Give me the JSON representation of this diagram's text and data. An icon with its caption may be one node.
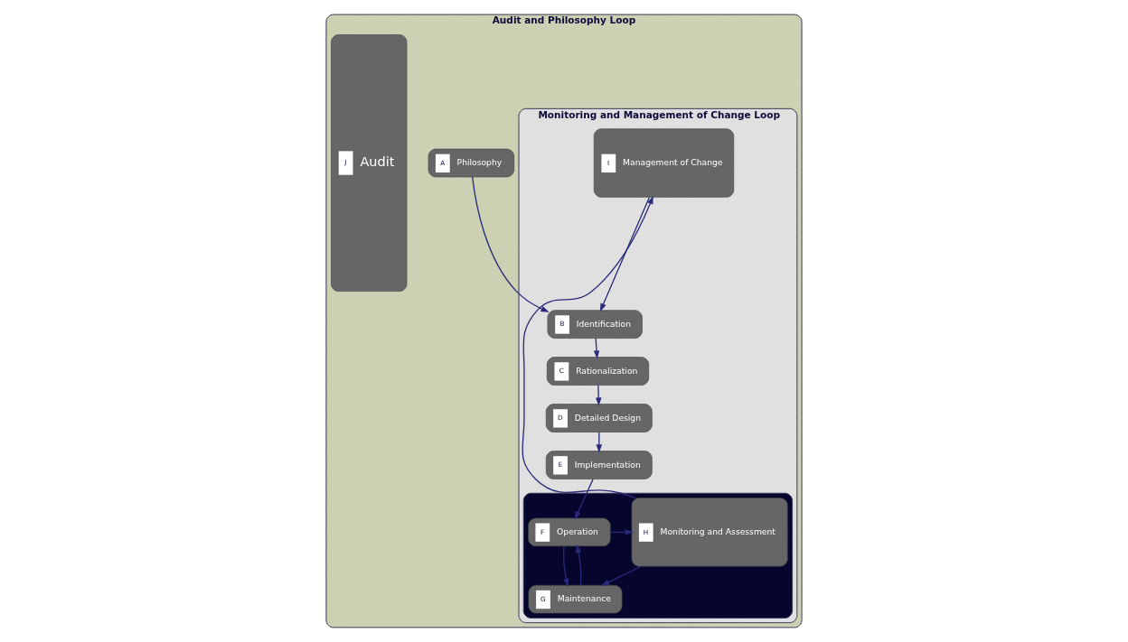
{
  "diagram": {
    "nodes": [
      {
        "text": [
          "Audit and Philosophy Loop"
        ]
      },
      {
        "text": [
          "A",
          "Philosophy"
        ],
        "in": 0
      },
      {
        "text": [
          "Monitoring and Management of Change Loop"
        ],
        "in": 0
      },
      {
        "text": [
          "B",
          "Identification"
        ],
        "in": 2
      },
      {
        "text": [
          "C",
          "Rationalization"
        ],
        "in": 2
      },
      {
        "text": [
          "D",
          "Detailed Design"
        ],
        "in": 2
      },
      {
        "text": [
          "E",
          "Implementation"
        ],
        "in": 2
      },
      {
        "text": [],
        "shape": "box",
        "in": 2
      },
      {
        "text": [
          "F",
          "Operation"
        ],
        "in": 7
      },
      {
        "text": [
          "G",
          "Maintenance"
        ],
        "in": 7
      },
      {
        "text": [
          "H",
          "Monitoring and Assessment"
        ],
        "in": 7
      },
      {
        "text": [
          "I",
          "Management of Change"
        ],
        "in": 2
      },
      {
        "text": [
          "J",
          "Audit"
        ],
        "in": 0
      }
    ],
    "edges": [
      {
        "from": 1,
        "to": 3,
        "arrow": "to"
      },
      {
        "from": 3,
        "to": 4,
        "arrow": "to"
      },
      {
        "from": 4,
        "to": 5,
        "arrow": "to"
      },
      {
        "from": 5,
        "to": 6,
        "arrow": "to"
      },
      {
        "from": 6,
        "to": 8,
        "arrow": "to"
      },
      {
        "from": 8,
        "to": 9,
        "arrow": "to"
      },
      {
        "from": 9,
        "to": 8,
        "arrow": "to"
      },
      {
        "from": 8,
        "to": 10,
        "arrow": "to"
      },
      {
        "from": 10,
        "to": 9,
        "arrow": "to"
      },
      {
        "from": 10,
        "to": 11,
        "arrow": "to"
      },
      {
        "from": 11,
        "to": 3,
        "arrow": "to"
      }
    ]
  }
}
